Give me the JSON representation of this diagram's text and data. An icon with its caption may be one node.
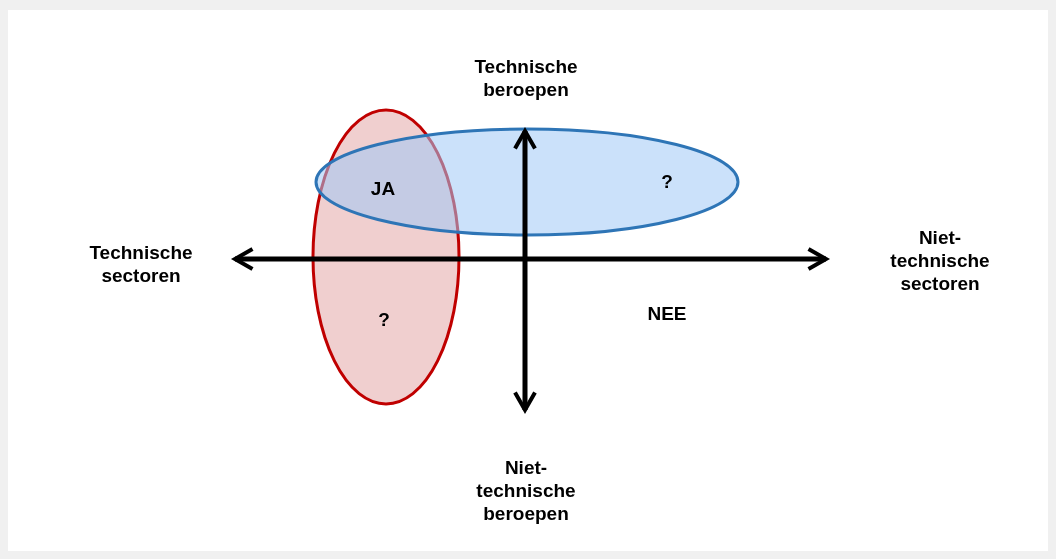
{
  "diagram": {
    "nodes": [
      {
        "text": [
          "?"
        ]
      },
      {
        "text": [
          "?"
        ]
      }
    ],
    "labels": [
      "Technische beroepen",
      "JA",
      "Technische sectoren",
      "Niet-technische sectoren",
      "NEE",
      "Niet-technische beroepen"
    ]
  }
}
